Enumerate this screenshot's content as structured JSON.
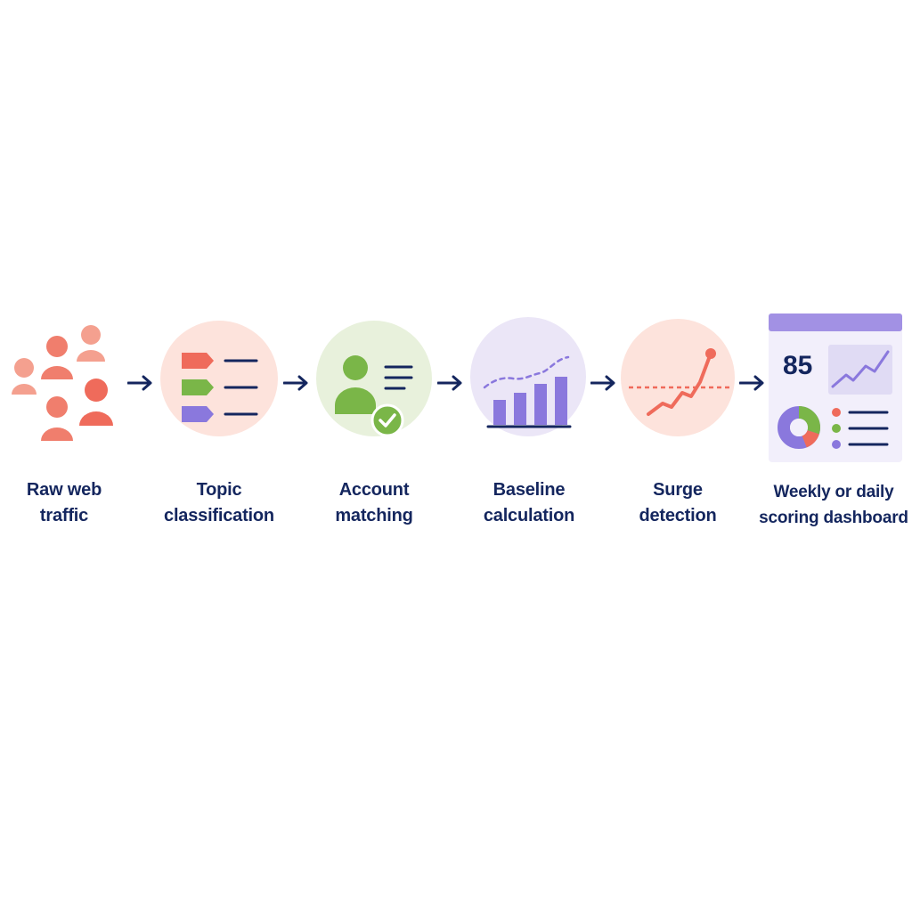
{
  "steps": [
    {
      "id": "raw",
      "line1": "Raw web",
      "line2": "traffic",
      "icon": "people-group-icon"
    },
    {
      "id": "topic",
      "line1": "Topic",
      "line2": "classification",
      "icon": "tag-list-icon"
    },
    {
      "id": "account",
      "line1": "Account",
      "line2": "matching",
      "icon": "user-check-icon"
    },
    {
      "id": "baseline",
      "line1": "Baseline",
      "line2": "calculation",
      "icon": "bar-chart-baseline-icon"
    },
    {
      "id": "surge",
      "line1": "Surge",
      "line2": "detection",
      "icon": "surge-line-icon"
    },
    {
      "id": "dashboard",
      "line1": "Weekly or daily",
      "line2": "scoring dashboard",
      "icon": "dashboard-icon"
    }
  ],
  "dashboard": {
    "score": "85"
  },
  "colors": {
    "coral": "#ef6b5b",
    "coral_light": "#fde3dc",
    "green": "#7ab648",
    "green_light": "#e8f1dc",
    "purple": "#8a78dd",
    "purple_light": "#ebe6f7",
    "navy": "#14265e"
  }
}
